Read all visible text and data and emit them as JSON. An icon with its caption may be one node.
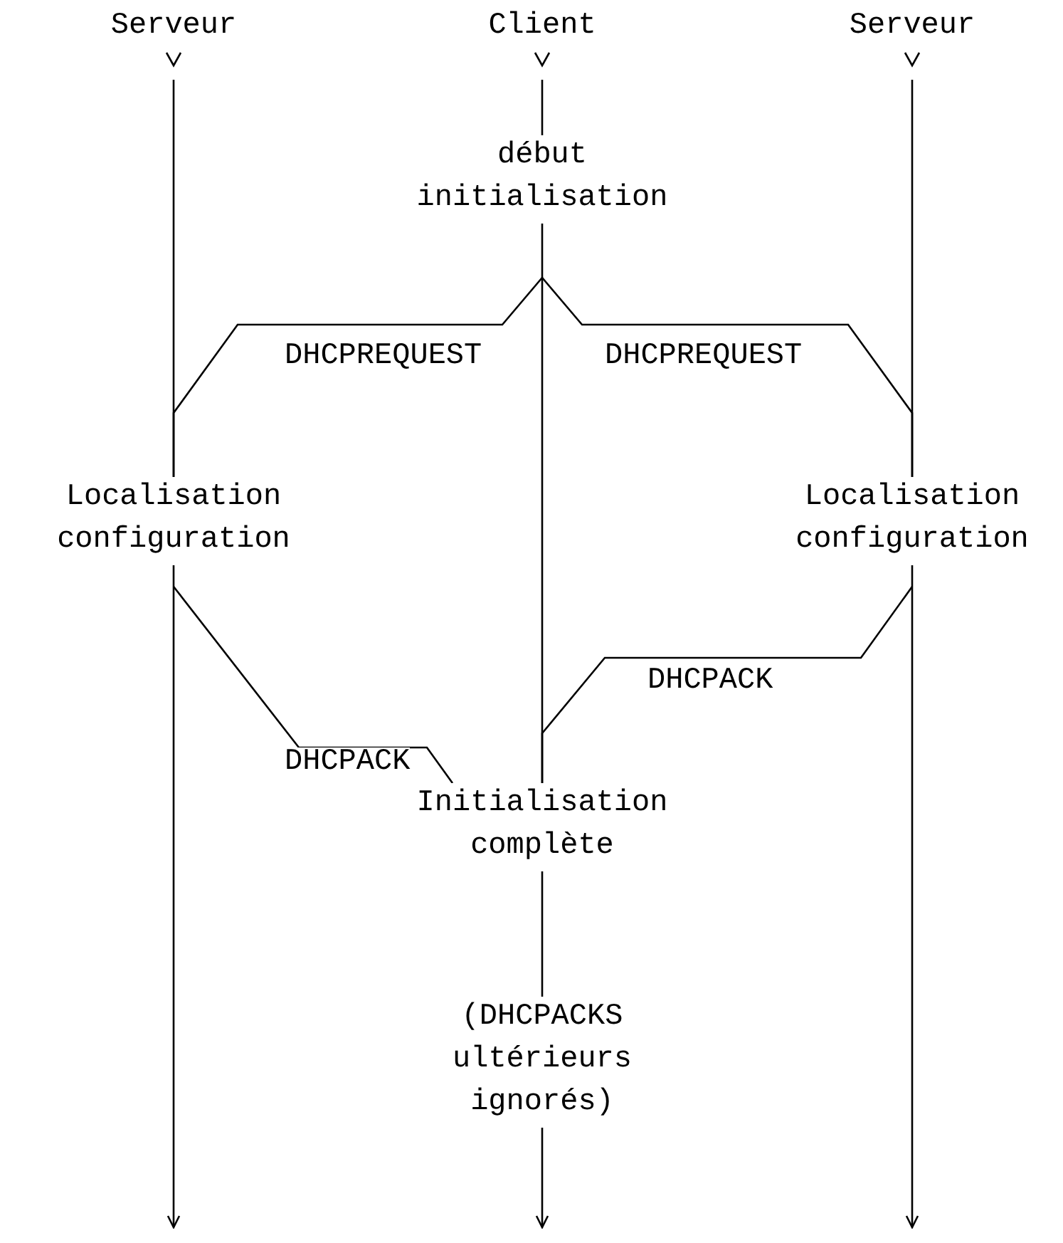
{
  "diagram": {
    "nodes": [
      {
        "text": [
          "Serveur"
        ]
      },
      {
        "text": [
          "Client"
        ]
      },
      {
        "text": [
          "Serveur"
        ]
      },
      {
        "text": [
          "début initialisation"
        ]
      },
      {
        "text": [
          "Localisation configuration"
        ]
      },
      {
        "text": [
          "Localisation configuration"
        ]
      },
      {
        "text": [
          "Initialisation complète"
        ]
      },
      {
        "text": [
          "(DHCPACKS ultérieurs ignorés)"
        ]
      }
    ],
    "edges": [
      {
        "from": 0,
        "to": 4,
        "arrow": "none"
      },
      {
        "from": 4,
        "to": null,
        "arrow": "to"
      },
      {
        "from": 1,
        "to": 3,
        "arrow": "none"
      },
      {
        "from": 3,
        "to": 6,
        "arrow": "none"
      },
      {
        "from": 6,
        "to": 7,
        "arrow": "none"
      },
      {
        "from": 7,
        "to": null,
        "arrow": "to"
      },
      {
        "from": 2,
        "to": 5,
        "arrow": "none"
      },
      {
        "from": 5,
        "to": null,
        "arrow": "to"
      },
      {
        "from": 3,
        "to": 4,
        "label": "DHCPREQUEST",
        "arrow": "none"
      },
      {
        "from": 3,
        "to": 5,
        "label": "DHCPREQUEST",
        "arrow": "none"
      },
      {
        "from": 5,
        "to": 6,
        "label": "DHCPACK",
        "arrow": "none"
      },
      {
        "from": 4,
        "to": 6,
        "label": "DHCPACK",
        "arrow": "none"
      }
    ]
  }
}
